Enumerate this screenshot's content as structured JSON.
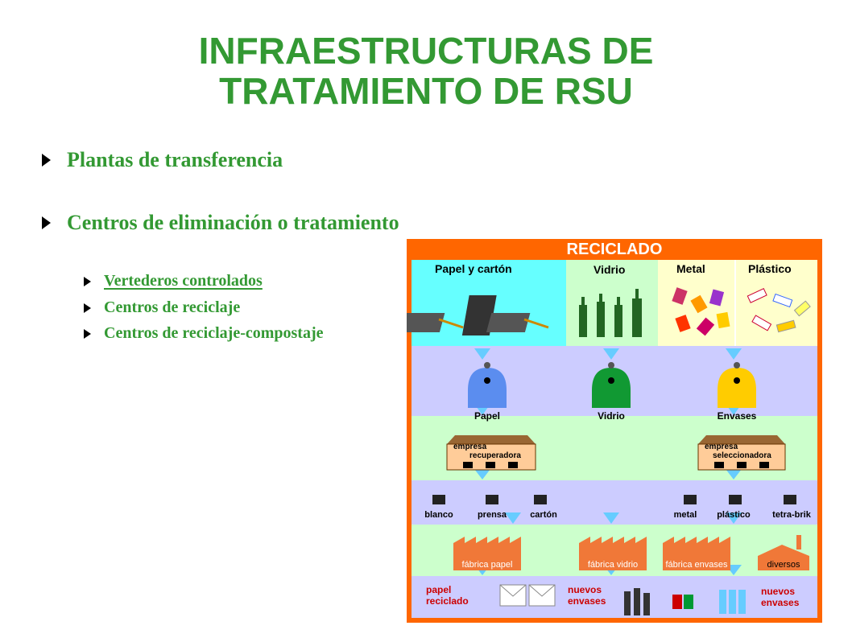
{
  "title_line1": "INFRAESTRUCTURAS DE",
  "title_line2": "TRATAMIENTO DE RSU",
  "bullets": [
    "Plantas de transferencia",
    "Centros de eliminación o  tratamiento"
  ],
  "sub_bullets": [
    "Vertederos controlados",
    "Centros de reciclaje",
    "Centros de reciclaje-compostaje"
  ],
  "infographic": {
    "header": "RECICLADO",
    "categories": [
      "Papel y cartón",
      "Vidrio",
      "Metal",
      "Plástico"
    ],
    "containers": [
      "Papel",
      "Vidrio",
      "Envases"
    ],
    "companies": [
      {
        "line1": "empresa",
        "line2": "recuperadora"
      },
      {
        "line1": "empresa",
        "line2": "seleccionadora"
      }
    ],
    "materials": [
      "blanco",
      "prensa",
      "cartón",
      "metal",
      "plástico",
      "tetra-brik"
    ],
    "factories": [
      "fábrica papel",
      "fábrica vidrio",
      "fábrica envases",
      "diversos"
    ],
    "products": [
      {
        "line1": "papel",
        "line2": "reciclado"
      },
      {
        "line1": "nuevos",
        "line2": "envases"
      },
      {
        "line1": "nuevos",
        "line2": "envases"
      }
    ],
    "colors": {
      "frame": "#ff6600",
      "paper_bin": "#5b8def",
      "glass_bin": "#119933",
      "pack_bin": "#ffcc00",
      "factory": "#f07838"
    }
  }
}
